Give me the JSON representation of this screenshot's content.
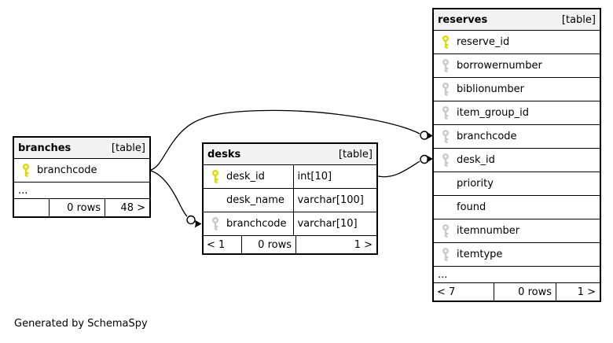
{
  "diagram": {
    "credit": "Generated by SchemaSpy",
    "colors": {
      "primary_key": "#dada00",
      "foreign_key": "#c9c9c9",
      "header_bg": "#f2f2f2",
      "border": "#000000",
      "background": "#ffffff"
    },
    "tables": {
      "branches": {
        "title": "branches",
        "type_label": "[table]",
        "columns": [
          {
            "name": "branchcode",
            "key": "pk"
          }
        ],
        "ellipsis": "...",
        "footer": {
          "parents": "",
          "rows": "0 rows",
          "children": "48 >"
        }
      },
      "desks": {
        "title": "desks",
        "type_label": "[table]",
        "columns": [
          {
            "name": "desk_id",
            "type": "int[10]",
            "key": "pk"
          },
          {
            "name": "desk_name",
            "type": "varchar[100]",
            "key": ""
          },
          {
            "name": "branchcode",
            "type": "varchar[10]",
            "key": "fk"
          }
        ],
        "footer": {
          "parents": "< 1",
          "rows": "0 rows",
          "children": "1 >"
        }
      },
      "reserves": {
        "title": "reserves",
        "type_label": "[table]",
        "columns": [
          {
            "name": "reserve_id",
            "key": "pk"
          },
          {
            "name": "borrowernumber",
            "key": "fk"
          },
          {
            "name": "biblionumber",
            "key": "fk"
          },
          {
            "name": "item_group_id",
            "key": "fk"
          },
          {
            "name": "branchcode",
            "key": "fk"
          },
          {
            "name": "desk_id",
            "key": "fk"
          },
          {
            "name": "priority",
            "key": ""
          },
          {
            "name": "found",
            "key": ""
          },
          {
            "name": "itemnumber",
            "key": "fk"
          },
          {
            "name": "itemtype",
            "key": "fk"
          }
        ],
        "ellipsis": "...",
        "footer": {
          "parents": "< 7",
          "rows": "0 rows",
          "children": "1 >"
        }
      }
    },
    "relationships": [
      {
        "from": "branches.branchcode",
        "to": "desks.branchcode"
      },
      {
        "from": "branches.branchcode",
        "to": "reserves.branchcode"
      },
      {
        "from": "desks.desk_id",
        "to": "reserves.desk_id"
      }
    ]
  }
}
